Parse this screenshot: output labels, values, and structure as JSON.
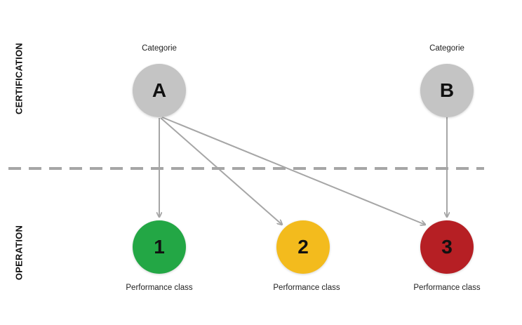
{
  "lanes": {
    "top_label": "CERTIFICATION",
    "bottom_label": "OPERATION"
  },
  "categories": [
    {
      "caption": "Categorie",
      "label": "A"
    },
    {
      "caption": "Categorie",
      "label": "B"
    }
  ],
  "performance_classes": [
    {
      "caption": "Performance class",
      "label": "1",
      "color": "#23a745"
    },
    {
      "caption": "Performance class",
      "label": "2",
      "color": "#f3bb1d"
    },
    {
      "caption": "Performance class",
      "label": "3",
      "color": "#b61f24"
    }
  ],
  "connections": [
    {
      "from": "A",
      "to": "1"
    },
    {
      "from": "A",
      "to": "2"
    },
    {
      "from": "A",
      "to": "3"
    },
    {
      "from": "B",
      "to": "3"
    }
  ],
  "colors": {
    "category_fill": "#c4c4c4",
    "arrow": "#a6a6a6",
    "divider": "#a6a6a6"
  }
}
